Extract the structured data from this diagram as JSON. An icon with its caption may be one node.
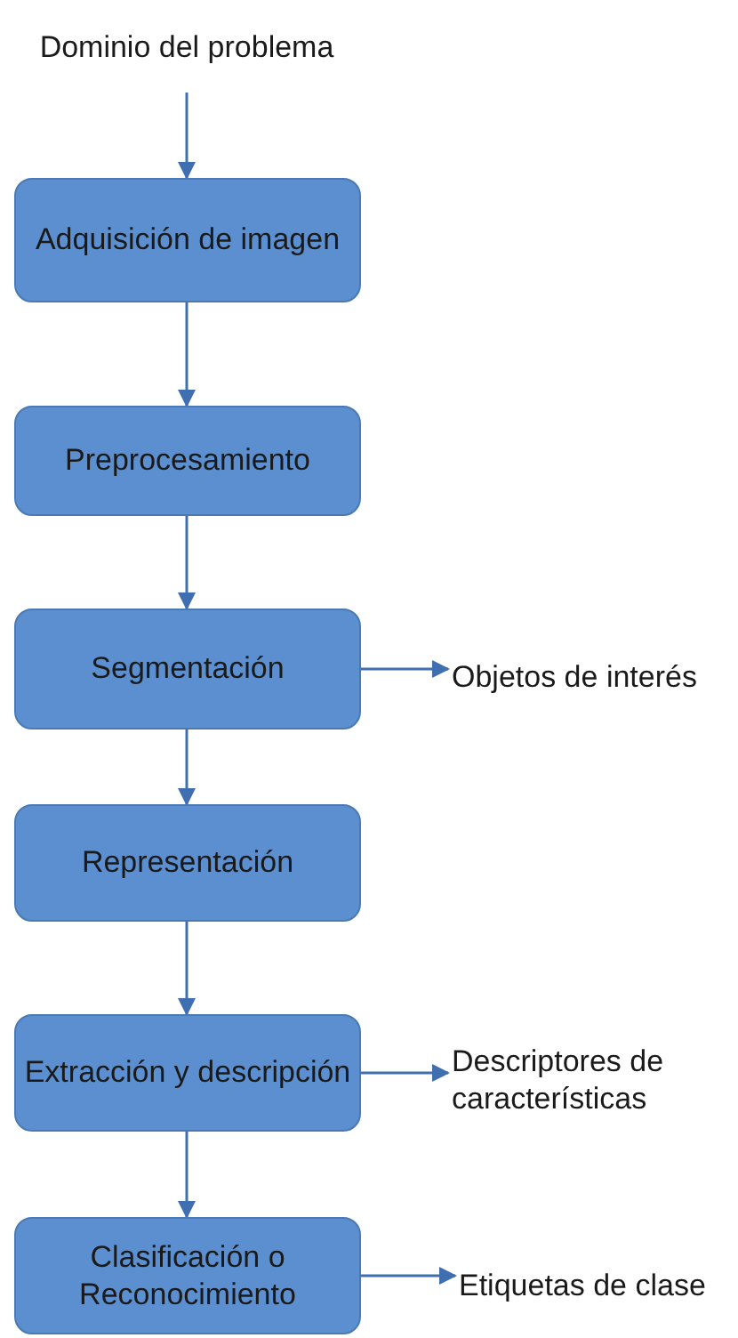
{
  "diagram": {
    "nodes": [
      {
        "text": [
          "Dominio del problema"
        ]
      },
      {
        "text": [
          "Adquisición de imagen"
        ]
      },
      {
        "text": [
          "Preprocesamiento"
        ]
      },
      {
        "text": [
          "Segmentación"
        ]
      },
      {
        "text": [
          "Representación"
        ]
      },
      {
        "text": [
          "Extracción y descripción"
        ]
      },
      {
        "text": [
          "Clasificación o Reconocimiento"
        ]
      },
      {
        "text": [
          "Objetos de interés"
        ]
      },
      {
        "text": [
          "Descriptores de características"
        ]
      },
      {
        "text": [
          "Etiquetas de clase"
        ]
      }
    ],
    "edges": [
      {
        "from": 0,
        "to": 1,
        "arrow": "to"
      },
      {
        "from": 1,
        "to": 2,
        "arrow": "to"
      },
      {
        "from": 2,
        "to": 3,
        "arrow": "to"
      },
      {
        "from": 3,
        "to": 4,
        "arrow": "to"
      },
      {
        "from": 4,
        "to": 5,
        "arrow": "to"
      },
      {
        "from": 5,
        "to": 6,
        "arrow": "to"
      },
      {
        "from": 3,
        "to": 7,
        "arrow": "to"
      },
      {
        "from": 5,
        "to": 8,
        "arrow": "to"
      },
      {
        "from": 6,
        "to": 9,
        "arrow": "to"
      }
    ]
  }
}
